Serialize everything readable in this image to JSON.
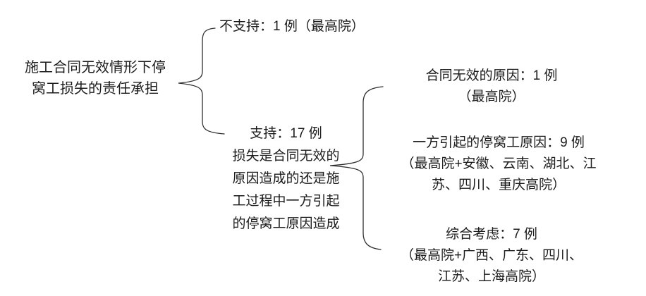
{
  "colors": {
    "background": "#ffffff",
    "text": "#1c1c1c",
    "brace_line": "#2e2e2e"
  },
  "diagram": {
    "root": {
      "lines": [
        "施工合同无效情形下停",
        "窝工损失的责任承担"
      ]
    },
    "not_support": {
      "lines": [
        "不支持：1 例（最高院）"
      ]
    },
    "support": {
      "lines": [
        "支持：17 例",
        "损失是合同无效的",
        "原因造成的还是施",
        "工过程中一方引起",
        "的停窝工原因造成"
      ]
    },
    "cause_invalid_contract": {
      "lines": [
        "合同无效的原因：1 例",
        "（最高院）"
      ]
    },
    "cause_one_party": {
      "lines": [
        "一方引起的停窝工原因：9 例",
        "（最高院+安徽、云南、湖北、江",
        "苏、四川、重庆高院）"
      ]
    },
    "comprehensive_consideration": {
      "lines": [
        "综合考虑：7 例",
        "（最高院+广西、广东、四川、",
        "江苏、上海高院）"
      ]
    }
  }
}
